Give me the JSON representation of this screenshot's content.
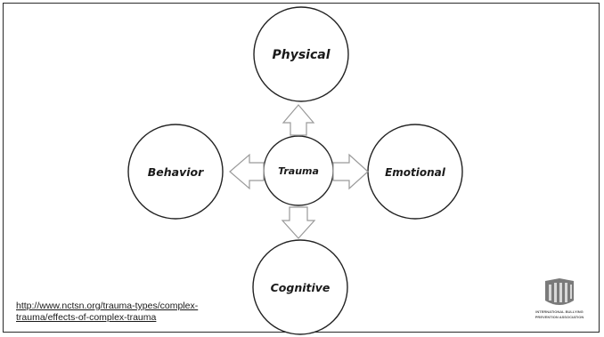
{
  "diagram": {
    "center": "Trauma",
    "top": "Physical",
    "left": "Behavior",
    "right": "Emotional",
    "bottom": "Cognitive"
  },
  "source": {
    "link_text": "http://www.nctsn.org/trauma-types/complex-trauma/effects-of-complex-trauma"
  },
  "logo": {
    "line1": "INTERNATIONAL BULLYING",
    "line2": "PREVENTION ASSOCIATION"
  }
}
